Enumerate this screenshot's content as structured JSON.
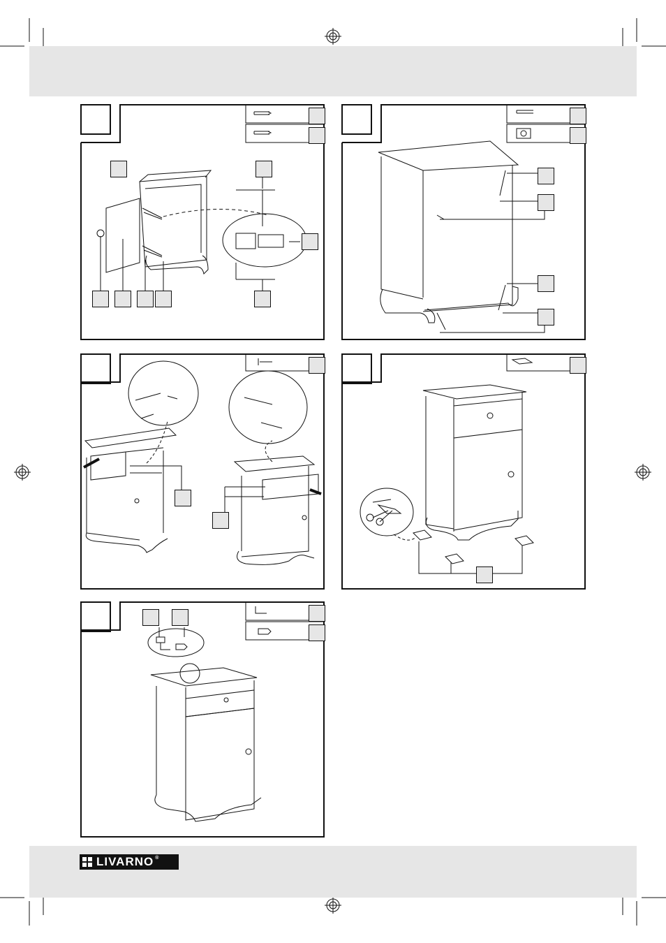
{
  "brand": {
    "name": "LIVARNO",
    "trademark": "®"
  },
  "page": {
    "header_band_color": "#e6e6e6",
    "line_color": "#111111"
  },
  "steps": [
    {
      "id": "step-1",
      "hardware": [
        "screw",
        "screw"
      ],
      "callouts": 8
    },
    {
      "id": "step-2",
      "hardware": [
        "screw",
        "hinge-plate"
      ],
      "callouts": 4
    },
    {
      "id": "step-3",
      "hardware": [
        "screw"
      ],
      "callouts": 2
    },
    {
      "id": "step-4",
      "hardware": [
        "felt-pad"
      ],
      "callouts": 1
    },
    {
      "id": "step-5",
      "hardware": [
        "allen-key",
        "wall-plug"
      ],
      "callouts": 2
    }
  ]
}
